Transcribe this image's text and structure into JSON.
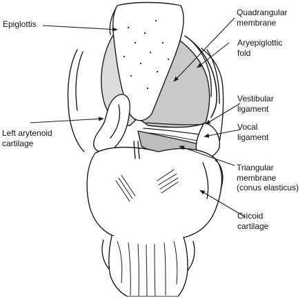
{
  "labels": {
    "epiglottis": "Epiglottis",
    "quadrangular": "Quadrangular\nmembrane",
    "aryepiglottic": "Aryepiglottic\nfold",
    "vestibular": "Vestibular\nligament",
    "vocal": "Vocal\nligament",
    "triangular": "Triangular\nmembrane\n(conus elasticus)",
    "cricoid": "Cricoid\ncartilage",
    "left_arytenoid": "Left arytenoid\ncartilage"
  },
  "colors": {
    "line": "#1a1a1a",
    "membrane_shade": "#c9c9c9",
    "cartilage_fill": "#ffffff",
    "text": "#111111"
  }
}
